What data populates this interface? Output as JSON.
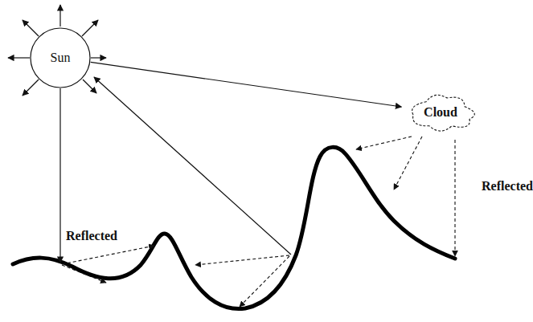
{
  "diagram": {
    "nodes": [
      {
        "text": [
          "Sun"
        ]
      },
      {
        "text": [
          "Cloud"
        ]
      }
    ],
    "edges": [
      {
        "from": 0,
        "to": 1,
        "arrow": "to"
      }
    ],
    "labels": [
      "Reflected",
      "Reflected"
    ]
  }
}
